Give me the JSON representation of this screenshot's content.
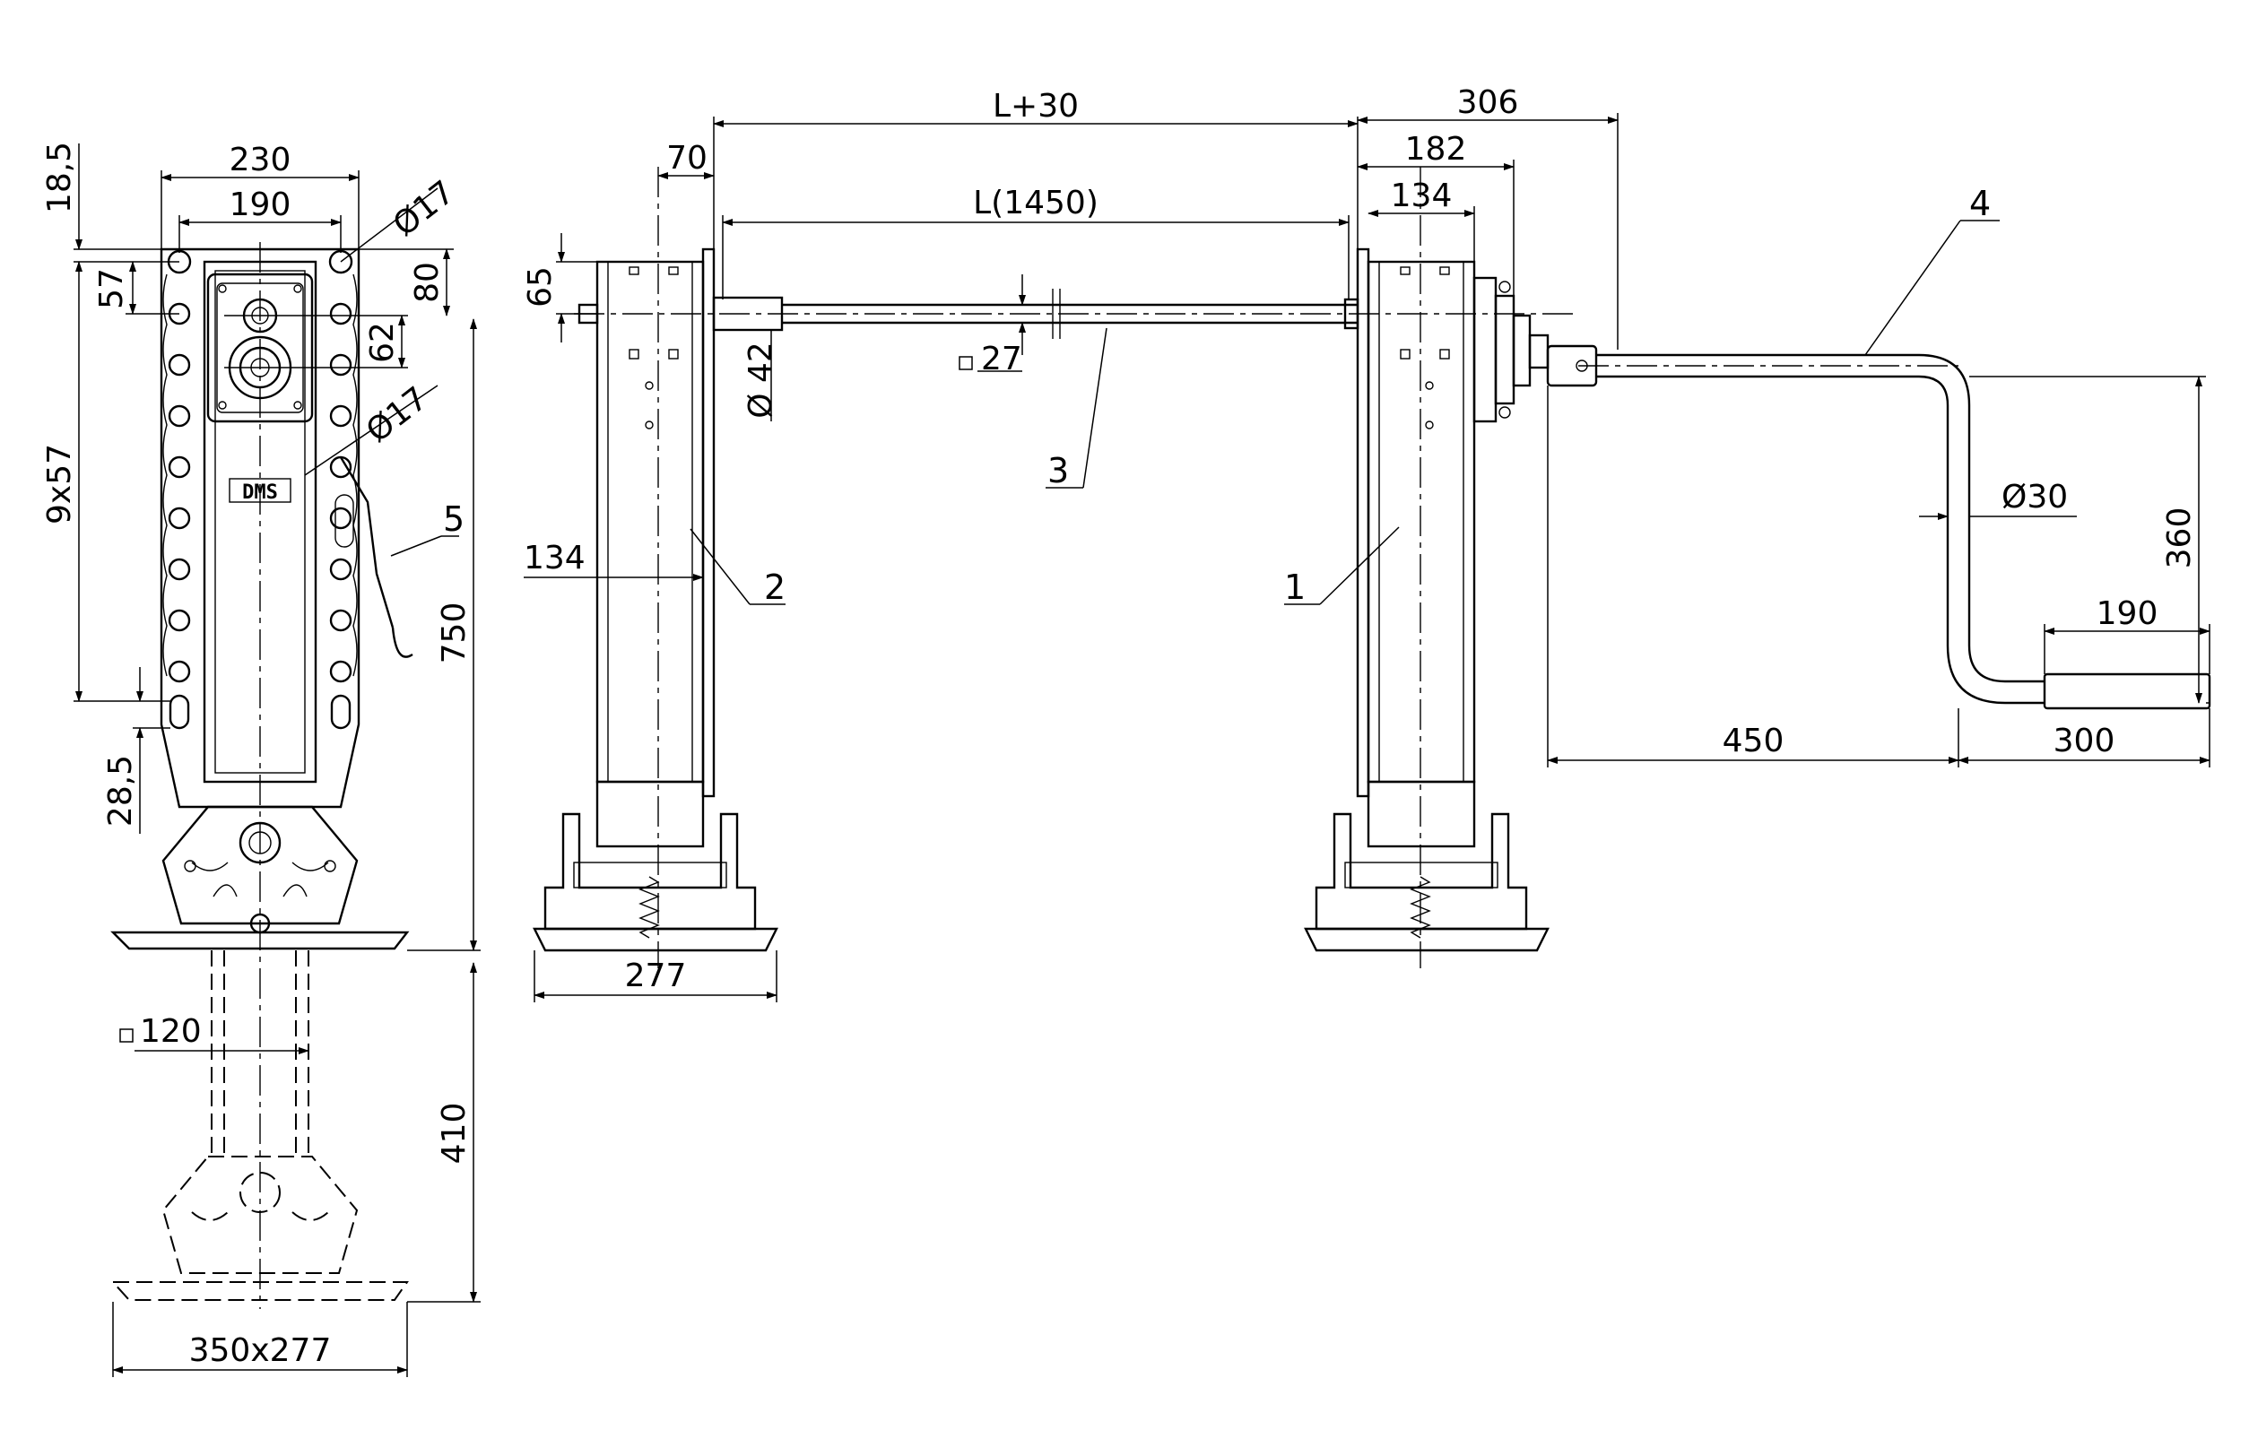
{
  "dimensions": {
    "d230": "230",
    "d190": "190",
    "d18_5": "18,5",
    "d57": "57",
    "d80": "80",
    "d62": "62",
    "dia17_top": "Ø17",
    "dia17_mid": "Ø17",
    "d9x57": "9x57",
    "d750": "750",
    "d28_5": "28,5",
    "d410": "410",
    "sq120": "120",
    "d350x277": "350x277",
    "d70": "70",
    "dL30": "L+30",
    "dL1450": "L(1450)",
    "d65": "65",
    "dia42": "Ø 42",
    "sq27": "27",
    "d134_left": "134",
    "d277": "277",
    "d306": "306",
    "d182": "182",
    "d134_right": "134",
    "dia30": "Ø30",
    "d360": "360",
    "d190_handle": "190",
    "d450": "450",
    "d300": "300"
  },
  "part_labels": {
    "p1": "1",
    "p2": "2",
    "p3": "3",
    "p4": "4",
    "p5": "5"
  },
  "logo_text": "DMS"
}
